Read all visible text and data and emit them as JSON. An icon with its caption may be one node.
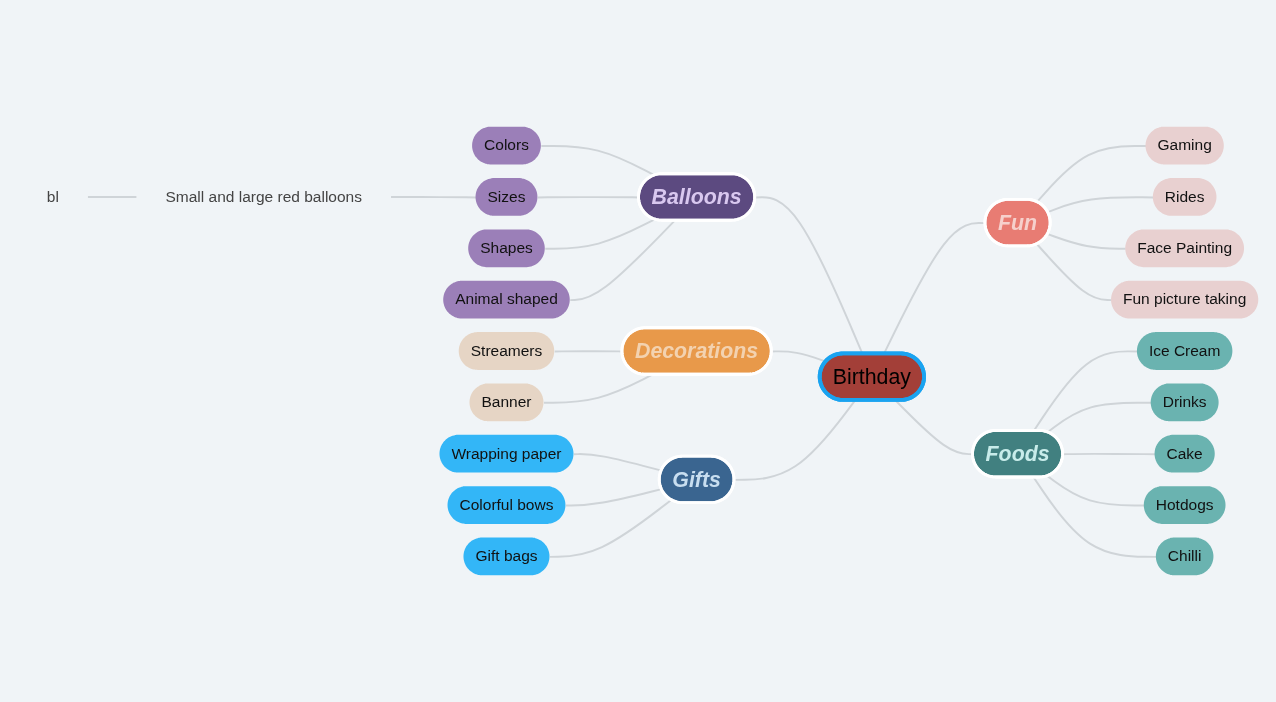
{
  "diagram": {
    "nodes": [
      {
        "text": [
          "Birthday"
        ]
      },
      {
        "text": [
          "Balloons"
        ]
      },
      {
        "text": [
          "Colors"
        ]
      },
      {
        "text": [
          "Sizes"
        ]
      },
      {
        "text": [
          "Small and large red balloons"
        ]
      },
      {
        "text": [
          "bl"
        ]
      },
      {
        "text": [
          "Shapes"
        ]
      },
      {
        "text": [
          "Animal shaped"
        ]
      },
      {
        "text": [
          "Fun"
        ]
      },
      {
        "text": [
          "Gaming"
        ]
      },
      {
        "text": [
          "Rides"
        ]
      },
      {
        "text": [
          "Face Painting"
        ]
      },
      {
        "text": [
          "Fun picture taking"
        ]
      },
      {
        "text": [
          "Decorations"
        ]
      },
      {
        "text": [
          "Streamers"
        ]
      },
      {
        "text": [
          "Banner"
        ]
      },
      {
        "text": [
          "Foods"
        ]
      },
      {
        "text": [
          "Ice Cream"
        ]
      },
      {
        "text": [
          "Drinks"
        ]
      },
      {
        "text": [
          "Cake"
        ]
      },
      {
        "text": [
          "Hotdogs"
        ]
      },
      {
        "text": [
          "Chilli"
        ]
      },
      {
        "text": [
          "Gifts"
        ]
      },
      {
        "text": [
          "Wrapping paper"
        ]
      },
      {
        "text": [
          "Colorful bows"
        ]
      },
      {
        "text": [
          "Gift bags"
        ]
      }
    ],
    "edges": [
      {
        "from": 1,
        "to": 0,
        "arrow": "none"
      },
      {
        "from": 2,
        "to": 1,
        "arrow": "none"
      },
      {
        "from": 3,
        "to": 1,
        "arrow": "none"
      },
      {
        "from": 4,
        "to": 3,
        "arrow": "none"
      },
      {
        "from": 5,
        "to": 4,
        "arrow": "none"
      },
      {
        "from": 6,
        "to": 1,
        "arrow": "none"
      },
      {
        "from": 7,
        "to": 1,
        "arrow": "none"
      },
      {
        "from": 0,
        "to": 8,
        "arrow": "none"
      },
      {
        "from": 8,
        "to": 9,
        "arrow": "none"
      },
      {
        "from": 8,
        "to": 10,
        "arrow": "none"
      },
      {
        "from": 8,
        "to": 11,
        "arrow": "none"
      },
      {
        "from": 8,
        "to": 12,
        "arrow": "none"
      },
      {
        "from": 13,
        "to": 0,
        "arrow": "none"
      },
      {
        "from": 14,
        "to": 13,
        "arrow": "none"
      },
      {
        "from": 15,
        "to": 13,
        "arrow": "none"
      },
      {
        "from": 0,
        "to": 16,
        "arrow": "none"
      },
      {
        "from": 16,
        "to": 17,
        "arrow": "none"
      },
      {
        "from": 16,
        "to": 18,
        "arrow": "none"
      },
      {
        "from": 16,
        "to": 19,
        "arrow": "none"
      },
      {
        "from": 16,
        "to": 20,
        "arrow": "none"
      },
      {
        "from": 16,
        "to": 21,
        "arrow": "none"
      },
      {
        "from": 22,
        "to": 0,
        "arrow": "none"
      },
      {
        "from": 23,
        "to": 22,
        "arrow": "none"
      },
      {
        "from": 24,
        "to": 22,
        "arrow": "none"
      },
      {
        "from": 25,
        "to": 22,
        "arrow": "none"
      }
    ]
  }
}
